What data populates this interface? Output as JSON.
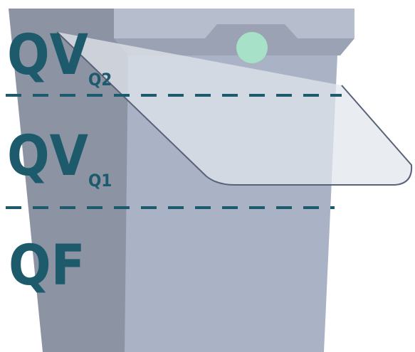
{
  "colors": {
    "bucket_body": "#a9b3c5",
    "bucket_side": "#8c93a3",
    "bucket_rim": "#b6bdcc",
    "bucket_rim_shadow": "#9aa2b3",
    "lid_notch": "#9aa2b3",
    "indicator_dot": "#a7e1c8",
    "handle_stroke": "#5a6278",
    "handle_fill": "#e1e5ec",
    "divider_line": "#1d5a6b",
    "label_text": "#1d5a6b"
  },
  "zones": [
    {
      "id": "qv-q2",
      "main": "QV",
      "sub": "Q2"
    },
    {
      "id": "qv-q1",
      "main": "QV",
      "sub": "Q1"
    },
    {
      "id": "qf",
      "main": "QF",
      "sub": ""
    }
  ],
  "dividers": [
    {
      "id": "divider-upper",
      "style": "dashed"
    },
    {
      "id": "divider-lower",
      "style": "dashed"
    }
  ],
  "icons": {
    "container": "bucket-icon",
    "handle": "bucket-handle-icon",
    "indicator": "status-dot-icon"
  }
}
